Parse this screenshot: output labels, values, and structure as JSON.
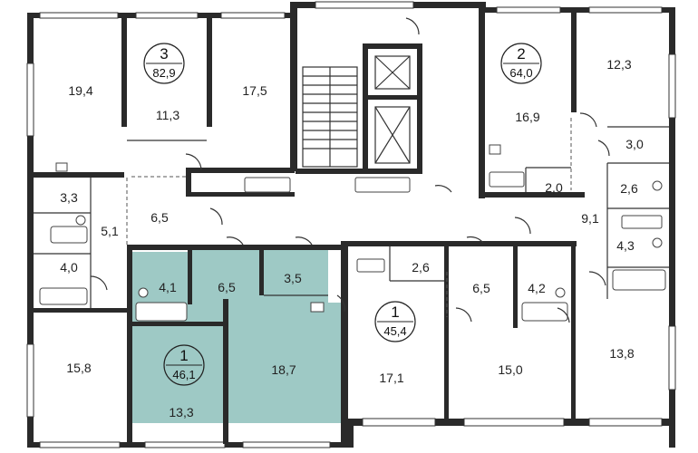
{
  "colors": {
    "highlight_fill": "#9ec9c5",
    "wall": "#2a2a2a",
    "background": "#ffffff"
  },
  "apartments": [
    {
      "number": "3",
      "total_area": "82,9"
    },
    {
      "number": "2",
      "total_area": "64,0"
    },
    {
      "number": "1",
      "total_area": "45,4"
    },
    {
      "number": "1",
      "total_area": "46,1",
      "highlighted": true
    }
  ],
  "room_labels": [
    "19,4",
    "11,3",
    "17,5",
    "16,9",
    "12,3",
    "3,0",
    "2,0",
    "2,6",
    "3,3",
    "6,5",
    "5,1",
    "9,1",
    "4,3",
    "4,0",
    "4,1",
    "6,5",
    "3,5",
    "2,6",
    "6,5",
    "4,2",
    "15,8",
    "18,7",
    "17,1",
    "15,0",
    "13,8",
    "13,3"
  ]
}
